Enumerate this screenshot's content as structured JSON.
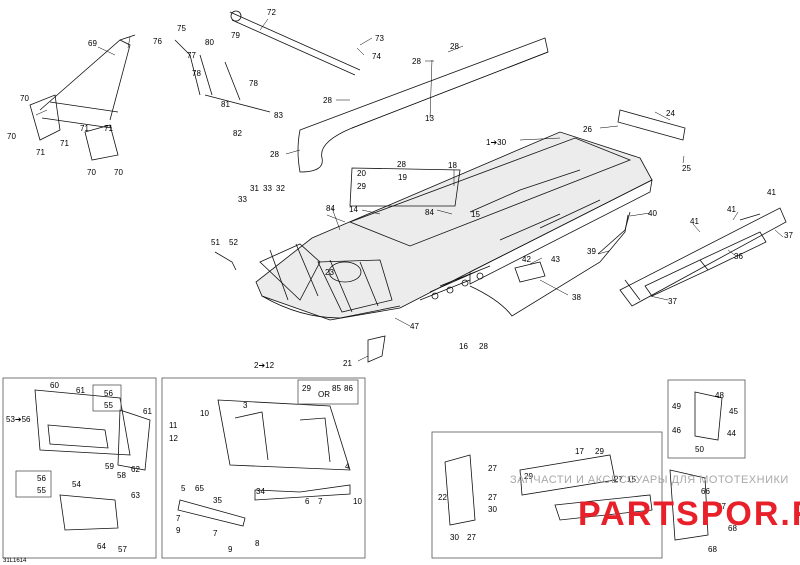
{
  "diagram_ref": "31L1614",
  "watermark": {
    "line": "ЗАПЧАСТИ И АКСЕССУАРЫ ДЛЯ МОТОТЕХНИКИ",
    "logo": "PARTSPOR.RU"
  },
  "labels": {
    "l1_30": "1➔30",
    "l2_12": "2➔12",
    "l53_56": "53➔56",
    "l3": "3",
    "l4": "4",
    "l5": "5",
    "l6": "6",
    "l7": "7",
    "l8": "8",
    "l9": "9",
    "l10": "10",
    "l11": "11",
    "l12": "12",
    "l13": "13",
    "l14": "14",
    "l15": "15",
    "l16": "16",
    "l17": "17",
    "l18": "18",
    "l19": "19",
    "l20": "20",
    "l21": "21",
    "l22": "22",
    "l23": "23",
    "l24": "24",
    "l25": "25",
    "l26": "26",
    "l27": "27",
    "l28": "28",
    "l29": "29",
    "l30": "30",
    "l31": "31",
    "l32": "32",
    "l33": "33",
    "l34": "34",
    "l35": "35",
    "l36": "36",
    "l37": "37",
    "l38": "38",
    "l39": "39",
    "l40": "40",
    "l41": "41",
    "l42": "42",
    "l43": "43",
    "l44": "44",
    "l45": "45",
    "l46": "46",
    "l47": "47",
    "l48": "48",
    "l49": "49",
    "l50": "50",
    "l51": "51",
    "l52": "52",
    "l54": "54",
    "l55": "55",
    "l56": "56",
    "l57": "57",
    "l58": "58",
    "l59": "59",
    "l60": "60",
    "l61": "61",
    "l62": "62",
    "l63": "63",
    "l64": "64",
    "l65": "65",
    "l66": "66",
    "l67": "67",
    "l68": "68",
    "l69": "69",
    "l70": "70",
    "l71": "71",
    "l72": "72",
    "l73": "73",
    "l74": "74",
    "l75": "75",
    "l76": "76",
    "l77": "77",
    "l78": "78",
    "l79": "79",
    "l80": "80",
    "l81": "81",
    "l82": "82",
    "l83": "83",
    "l84": "84",
    "l85": "85",
    "l86": "86",
    "or": "OR"
  }
}
